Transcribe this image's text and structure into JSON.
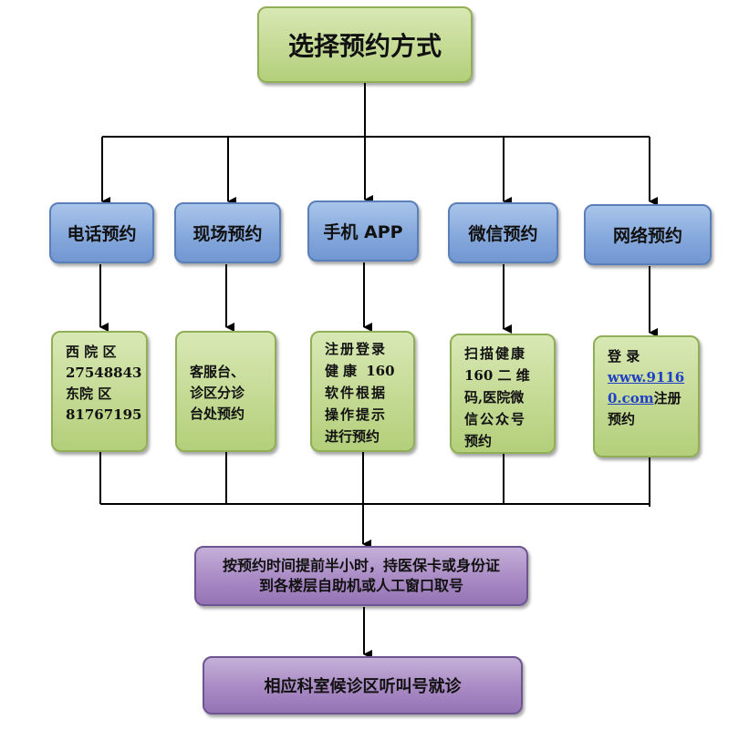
{
  "title": "选择预约方式",
  "methods": [
    {
      "label": "电话预约"
    },
    {
      "label": "现场预约"
    },
    {
      "label": "手机 APP"
    },
    {
      "label": "微信预约"
    },
    {
      "label": "网络预约"
    }
  ],
  "details": {
    "phone": {
      "line1_a": "西",
      "line1_b": "院",
      "line1_c": "区",
      "line2": "27548843",
      "line3_a": "东院",
      "line3_b": "区",
      "line4": "81767195"
    },
    "onsite": {
      "line1": "客服台、",
      "line2": "诊区分诊",
      "line3": "台处预约"
    },
    "app": {
      "line1": "注册登录",
      "line2_a": "健康",
      "line2_b": "160",
      "line3": "软件根据",
      "line4": "操作提示",
      "line5": "进行预约"
    },
    "wechat": {
      "line1": "扫描健康",
      "line2_a": "160",
      "line2_b": "二",
      "line2_c": "维",
      "line3": "码,医院微",
      "line4": "信公众号",
      "line5": "预约"
    },
    "web": {
      "line1_a": "登",
      "line1_b": "录",
      "link_a": "www.9116",
      "link_b": "0.com",
      "line3_suffix": "注册",
      "line4": "预约"
    }
  },
  "step": {
    "line1": "按预约时间提前半小时，持医保卡或身份证",
    "line2": "到各楼层自助机或人工窗口取号"
  },
  "final": "相应科室候诊区听叫号就诊"
}
